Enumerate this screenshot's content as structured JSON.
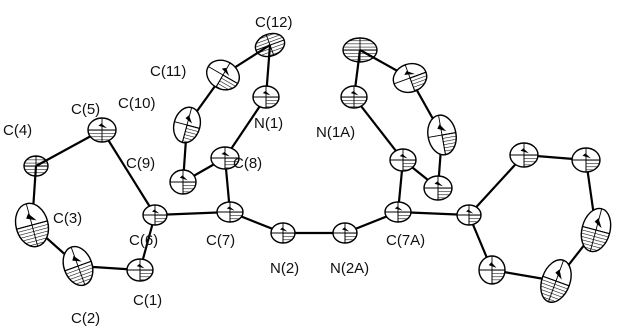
{
  "diagram": {
    "atoms": [
      {
        "id": "C(12)",
        "label": "C(12)",
        "shown": true
      },
      {
        "id": "C(11)",
        "label": "C(11)",
        "shown": true
      },
      {
        "id": "C(10)",
        "label": "C(10)",
        "shown": true
      },
      {
        "id": "C(5)",
        "label": "C(5)",
        "shown": true
      },
      {
        "id": "C(4)",
        "label": "C(4)",
        "shown": true
      },
      {
        "id": "N(1)",
        "label": "N(1)",
        "shown": true
      },
      {
        "id": "N(1A)",
        "label": "N(1A)",
        "shown": true
      },
      {
        "id": "C(9)",
        "label": "C(9)",
        "shown": true
      },
      {
        "id": "C(8)",
        "label": "C(8)",
        "shown": true
      },
      {
        "id": "C(3)",
        "label": "C(3)",
        "shown": true
      },
      {
        "id": "C(6)",
        "label": "C(6)",
        "shown": true
      },
      {
        "id": "C(7)",
        "label": "C(7)",
        "shown": true
      },
      {
        "id": "C(7A)",
        "label": "C(7A)",
        "shown": true
      },
      {
        "id": "N(2)",
        "label": "N(2)",
        "shown": true
      },
      {
        "id": "N(2A)",
        "label": "N(2A)",
        "shown": true
      },
      {
        "id": "C(1)",
        "label": "C(1)",
        "shown": true
      },
      {
        "id": "C(2)",
        "label": "C(2)",
        "shown": true
      },
      {
        "id": "C(12A)",
        "label": "",
        "shown": false
      },
      {
        "id": "C(11A)",
        "label": "",
        "shown": false
      },
      {
        "id": "C(10A)",
        "label": "",
        "shown": false
      },
      {
        "id": "C(9A)",
        "label": "",
        "shown": false
      },
      {
        "id": "C(8A)",
        "label": "",
        "shown": false
      },
      {
        "id": "C(6A)",
        "label": "",
        "shown": false
      },
      {
        "id": "C(5A)",
        "label": "",
        "shown": false
      },
      {
        "id": "C(4A)",
        "label": "",
        "shown": false
      },
      {
        "id": "C(3A)",
        "label": "",
        "shown": false
      },
      {
        "id": "C(2A)",
        "label": "",
        "shown": false
      },
      {
        "id": "C(1A)",
        "label": "",
        "shown": false
      }
    ],
    "bonds": [
      [
        "N(2)",
        "N(2A)"
      ],
      [
        "C(7)",
        "N(2)"
      ],
      [
        "C(7A)",
        "N(2A)"
      ],
      [
        "C(7)",
        "C(6)"
      ],
      [
        "C(7)",
        "C(8)"
      ],
      [
        "C(8)",
        "N(1)"
      ],
      [
        "N(1)",
        "C(12)"
      ],
      [
        "C(12)",
        "C(11)"
      ],
      [
        "C(11)",
        "C(10)"
      ],
      [
        "C(10)",
        "C(9)"
      ],
      [
        "C(9)",
        "C(8)"
      ],
      [
        "C(6)",
        "C(1)"
      ],
      [
        "C(1)",
        "C(2)"
      ],
      [
        "C(2)",
        "C(3)"
      ],
      [
        "C(3)",
        "C(4)"
      ],
      [
        "C(4)",
        "C(5)"
      ],
      [
        "C(5)",
        "C(6)"
      ],
      [
        "C(7A)",
        "C(8A)"
      ],
      [
        "C(7A)",
        "C(6A)"
      ],
      [
        "C(8A)",
        "N(1A)"
      ],
      [
        "N(1A)",
        "C(12A)"
      ],
      [
        "C(12A)",
        "C(11A)"
      ],
      [
        "C(11A)",
        "C(10A)"
      ],
      [
        "C(10A)",
        "C(9A)"
      ],
      [
        "C(9A)",
        "C(8A)"
      ],
      [
        "C(6A)",
        "C(5A)"
      ],
      [
        "C(5A)",
        "C(4A)"
      ],
      [
        "C(4A)",
        "C(3A)"
      ],
      [
        "C(3A)",
        "C(2A)"
      ],
      [
        "C(2A)",
        "C(1A)"
      ],
      [
        "C(1A)",
        "C(6A)"
      ]
    ]
  }
}
